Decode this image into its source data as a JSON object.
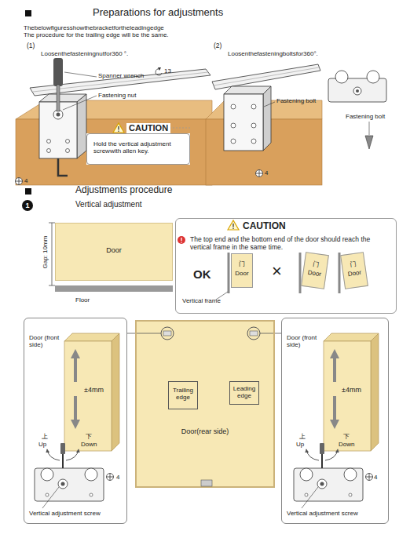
{
  "diagram": {
    "title": "Preparations for adjustments",
    "nodes": [
      {
        "text": [
          "CAUTION",
          "Hold the vertical adjustment screwwith allen key."
        ]
      },
      {
        "text": [
          "Door"
        ]
      },
      {
        "text": [
          "CAUTION",
          "The top end and the bottom end of the door should reach the vertical frame in the same time.",
          "OK",
          "×",
          "Vertical frame"
        ]
      },
      {
        "text": [
          "门",
          "Door"
        ],
        "in": 2
      },
      {
        "text": [
          "门",
          "Door"
        ],
        "in": 2
      },
      {
        "text": [
          "门",
          "Door"
        ],
        "in": 2
      },
      {
        "text": [
          "Door (front side)",
          "±4mm",
          "上",
          "Up",
          "下",
          "Down",
          "4",
          "Vertical adjustment screw"
        ]
      },
      {
        "text": [
          "Door(rear side)"
        ]
      },
      {
        "text": [
          "Trailing edge"
        ],
        "in": 7
      },
      {
        "text": [
          "Leading edge"
        ],
        "in": 7
      },
      {
        "text": [
          "Door (front side)",
          "±4mm",
          "上",
          "Up",
          "下",
          "Down",
          "4",
          "Vertical adjustment screw"
        ]
      }
    ],
    "edges": [
      {
        "from": 7,
        "to": 6,
        "arrow": "none"
      },
      {
        "from": 7,
        "to": 10,
        "arrow": "none"
      }
    ],
    "labels": [
      "Thebelowfiguresshowthebracketfortheleadingedge",
      "The procedure for the trailing edge will be the same.",
      "(1)",
      "Loosenthefasteningnutfor360 °.",
      "Spanner wrench",
      "13",
      "Fastening nut",
      "4",
      "(2)",
      "Loosenthefasteningboltsfor360°.",
      "Fastening bolt",
      "4",
      "Fastening bolt",
      "Adjustments procedure",
      "1",
      "Vertical adjustment",
      "Gap: 10mm",
      "Floor"
    ]
  }
}
